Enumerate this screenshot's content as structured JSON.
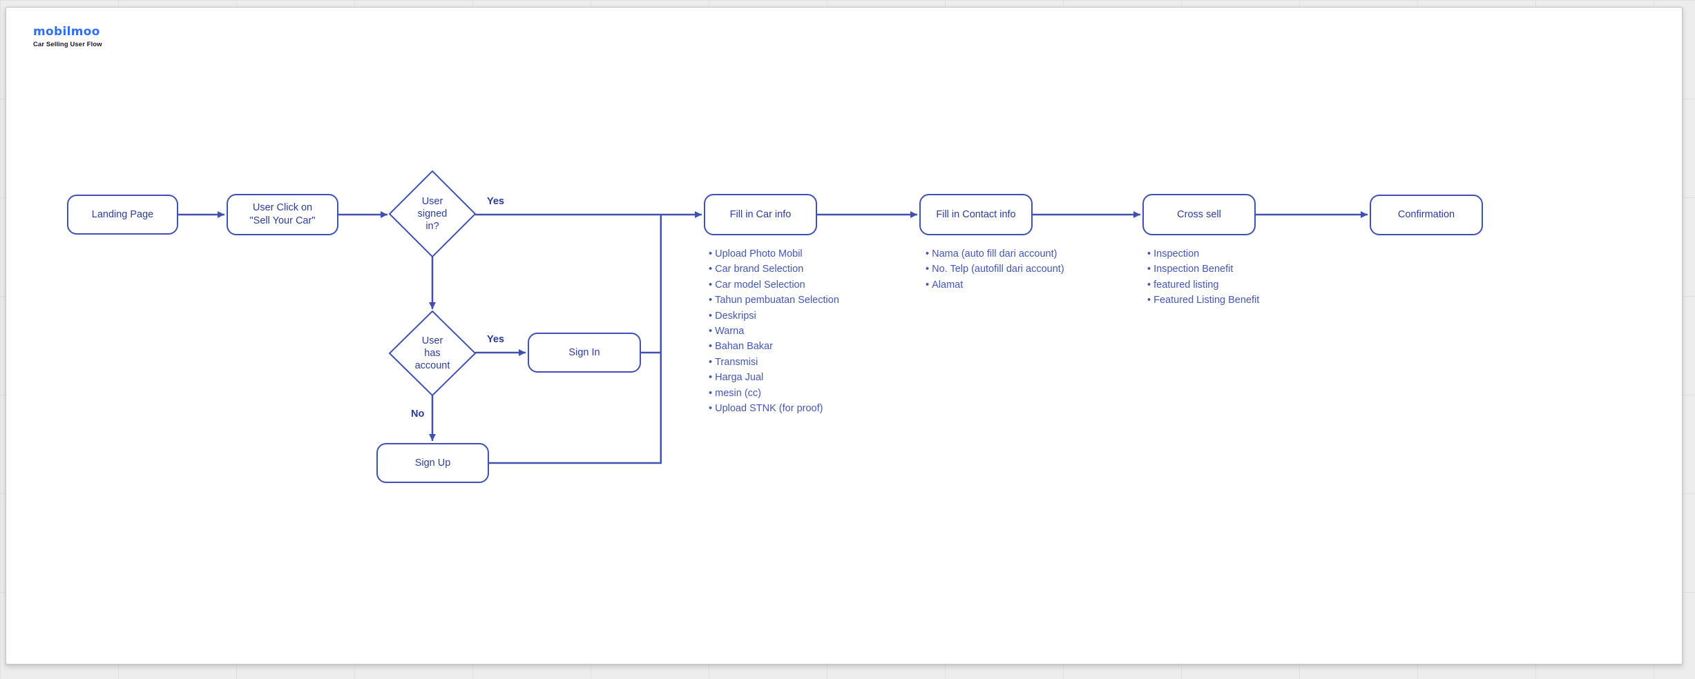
{
  "header": {
    "logo": "mobilmoo",
    "subtitle": "Car Selling User Flow"
  },
  "colors": {
    "logo_blue": "#2e6ef0",
    "flow_stroke": "#4050b2",
    "node_text": "#2c3c96",
    "list_text": "#4456b4",
    "canvas_background": "#ededed",
    "artboard_background": "#ffffff"
  },
  "nodes": {
    "landing": {
      "label": "Landing Page"
    },
    "user_click": {
      "lines": [
        "User Click on",
        "\"Sell Your Car\""
      ]
    },
    "signed_in": {
      "lines": [
        "User",
        "signed",
        "in?"
      ]
    },
    "has_account": {
      "lines": [
        "User",
        "has",
        "account"
      ]
    },
    "sign_in": {
      "label": "Sign In"
    },
    "sign_up": {
      "label": "Sign Up"
    },
    "car_info": {
      "label": "Fill in Car info"
    },
    "contact_info": {
      "label": "Fill in Contact info"
    },
    "cross_sell": {
      "label": "Cross sell"
    },
    "confirmation": {
      "label": "Confirmation"
    }
  },
  "edge_labels": {
    "signed_in_yes": "Yes",
    "has_account_yes": "Yes",
    "has_account_no": "No"
  },
  "lists": {
    "car_info": [
      "Upload Photo Mobil",
      "Car brand Selection",
      "Car model Selection",
      "Tahun pembuatan Selection",
      "Deskripsi",
      "Warna",
      "Bahan Bakar",
      "Transmisi",
      "Harga Jual",
      "mesin (cc)",
      "Upload STNK (for proof)"
    ],
    "contact_info": [
      "Nama (auto fill dari account)",
      "No. Telp (autofill dari account)",
      "Alamat"
    ],
    "cross_sell": [
      "Inspection",
      "Inspection Benefit",
      "featured listing",
      "Featured Listing Benefit"
    ]
  }
}
